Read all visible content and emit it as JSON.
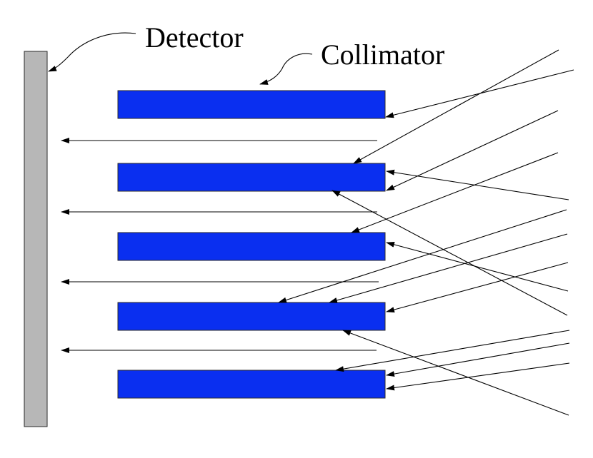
{
  "labels": {
    "detector": "Detector",
    "collimator": "Collimator"
  },
  "colors": {
    "detector_fill": "#b7b7b7",
    "collimator_fill": "#0a2ff0",
    "line": "#000000",
    "background": "#ffffff"
  },
  "components": {
    "detector_count": 1,
    "collimator_plate_count": 5
  }
}
